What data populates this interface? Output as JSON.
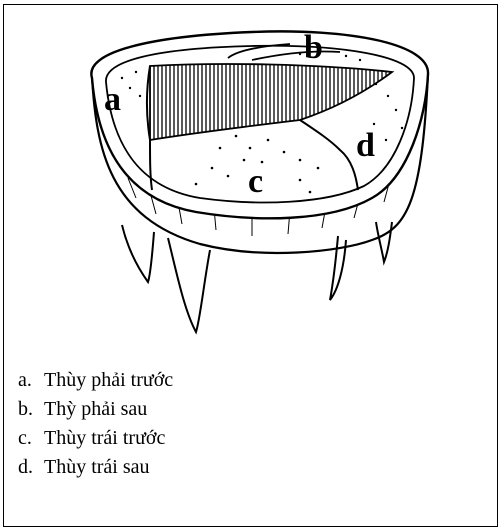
{
  "diagram": {
    "markers": {
      "a": "a",
      "b": "b",
      "c": "c",
      "d": "d"
    },
    "legend": [
      {
        "key": "a.",
        "text": "Thùy phải trước"
      },
      {
        "key": "b.",
        "text": "Thỳ phải sau"
      },
      {
        "key": "c.",
        "text": "Thùy trái trước"
      },
      {
        "key": "d.",
        "text": "Thùy trái sau"
      }
    ]
  },
  "colors": {
    "line": "#000000",
    "background": "#ffffff"
  }
}
